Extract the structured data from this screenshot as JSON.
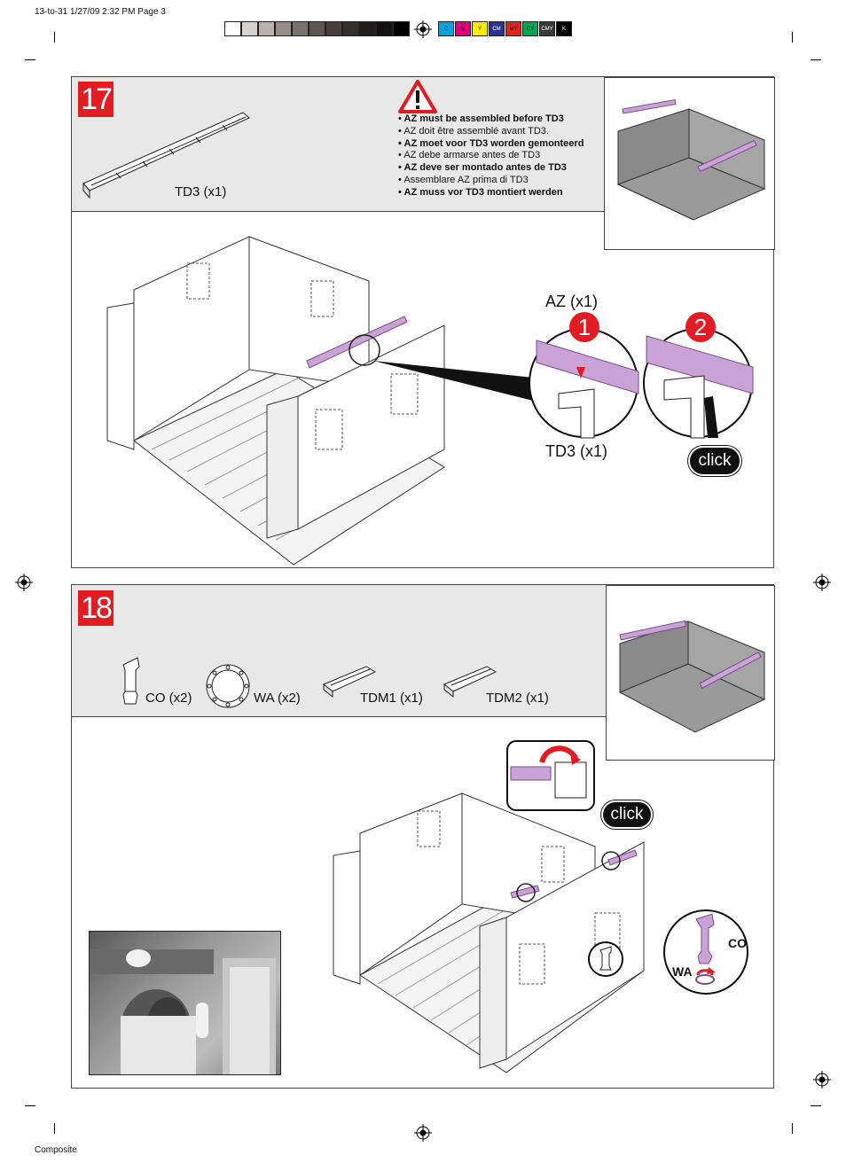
{
  "slug": {
    "header": "13-to-31  1/27/09  2:32 PM  Page 3",
    "footer": "Composite"
  },
  "color_bar": {
    "cmyk_labels": [
      "C",
      "M",
      "Y",
      "CM",
      "MY",
      "CY",
      "CMY",
      "K"
    ],
    "cmyk_colors": [
      "#00a6e0",
      "#e2007a",
      "#ffed00",
      "#2e3192",
      "#e2231a",
      "#00a651",
      "#3a3a3a",
      "#000000"
    ]
  },
  "step17": {
    "number": "17",
    "part": "TD3 (x1)",
    "warning_icon": "warning-triangle-icon",
    "warnings": [
      {
        "text": "AZ must be assembled before TD3",
        "bold": true
      },
      {
        "text": "AZ doit être assemblé avant TD3.",
        "bold": false
      },
      {
        "text": "AZ moet voor TD3 worden gemonteerd",
        "bold": true
      },
      {
        "text": "AZ debe armarse antes de TD3",
        "bold": false
      },
      {
        "text": "AZ deve ser montado antes de TD3",
        "bold": true
      },
      {
        "text": "Assemblare AZ prima di TD3",
        "bold": false
      },
      {
        "text": "AZ muss vor TD3 montiert werden",
        "bold": true
      }
    ],
    "callout_top_label": "AZ (x1)",
    "callout_bottom_label": "TD3 (x1)",
    "badge_1": "1",
    "badge_2": "2",
    "click_label": "click"
  },
  "step18": {
    "number": "18",
    "parts": [
      {
        "label": "CO (x2)",
        "icon": "connector-icon"
      },
      {
        "label": "WA (x2)",
        "icon": "washer-icon"
      },
      {
        "label": "TDM1 (x1)",
        "icon": "tdm1-part-icon"
      },
      {
        "label": "TDM2 (x1)",
        "icon": "tdm2-part-icon"
      }
    ],
    "click_label": "click",
    "co_label": "CO",
    "wa_label": "WA"
  },
  "colors": {
    "accent_red": "#e31b23",
    "highlight_purple": "#c9a2d6",
    "header_gray": "#e8e8e8"
  }
}
